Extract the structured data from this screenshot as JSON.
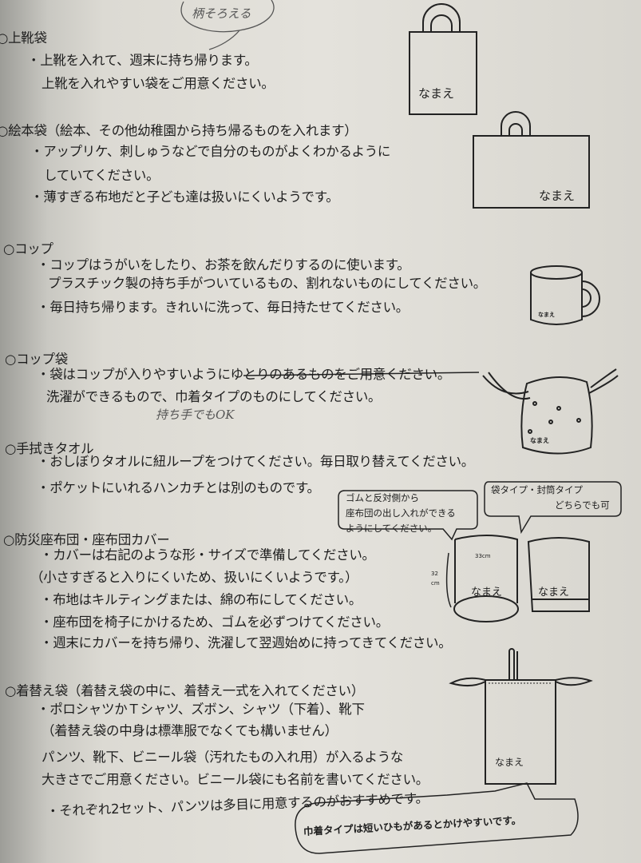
{
  "handwritten": {
    "top_note": "柄そろえる",
    "cup_bag_note": "持ち手でもOK"
  },
  "sections": [
    {
      "title": "○上靴袋",
      "lines": [
        "・上靴を入れて、週末に持ち帰ります。",
        "上靴を入れやすい袋をご用意ください。"
      ]
    },
    {
      "title": "○絵本袋（絵本、その他幼稚園から持ち帰るものを入れます）",
      "lines": [
        "・アップリケ、刺しゅうなどで自分のものがよくわかるように",
        "していてください。",
        "・薄すぎる布地だと子ども達は扱いにくいようです。"
      ]
    },
    {
      "title": "○コップ",
      "lines": [
        "・コップはうがいをしたり、お茶を飲んだりするのに使います。",
        "プラスチック製の持ち手がついているもの、割れないものにしてください。",
        "・毎日持ち帰ります。きれいに洗って、毎日持たせてください。"
      ]
    },
    {
      "title": "○コップ袋",
      "lines": [
        "・袋はコップが入りやすいようにゆとりのあるものをご用意ください。",
        "洗濯ができるもので、巾着タイプのものにしてください。"
      ]
    },
    {
      "title": "○手拭きタオル",
      "lines": [
        "・おしぼりタオルに紐ループをつけてください。毎日取り替えてください。",
        "・ポケットにいれるハンカチとは別のものです。"
      ]
    },
    {
      "title": "○防災座布団・座布団カバー",
      "lines": [
        "・カバーは右記のような形・サイズで準備してください。",
        "（小さすぎると入りにくいため、扱いにくいようです。）",
        "・布地はキルティングまたは、綿の布にしてください。",
        "・座布団を椅子にかけるため、ゴムを必ずつけてください。",
        "・週末にカバーを持ち帰り、洗濯して翌週始めに持ってきてください。"
      ]
    },
    {
      "title": "○着替え袋（着替え袋の中に、着替え一式を入れてください）",
      "lines": [
        "・ポロシャツかＴシャツ、ズボン、シャツ（下着）、靴下",
        "（着替え袋の中身は標準服でなくても構いません）",
        "パンツ、靴下、ビニール袋（汚れたもの入れ用）が入るような",
        "大きさでご用意ください。ビニール袋にも名前を書いてください。",
        "・それぞれ2セット、パンツは多目に用意するのがおすすめです。"
      ]
    }
  ],
  "illustrations": {
    "name_label": "なまえ",
    "cushion_bubble_left": [
      "ゴムと反対側から",
      "座布団の出し入れができる",
      "ようにしてください。"
    ],
    "cushion_bubble_right": [
      "袋タイプ・封筒タイプ",
      "どちらでも可"
    ],
    "width_label": "33cm",
    "height_label": [
      "32",
      "cm"
    ],
    "drawstring_bubble": "巾着タイプは短いひもがあるとかけやすいです。"
  }
}
